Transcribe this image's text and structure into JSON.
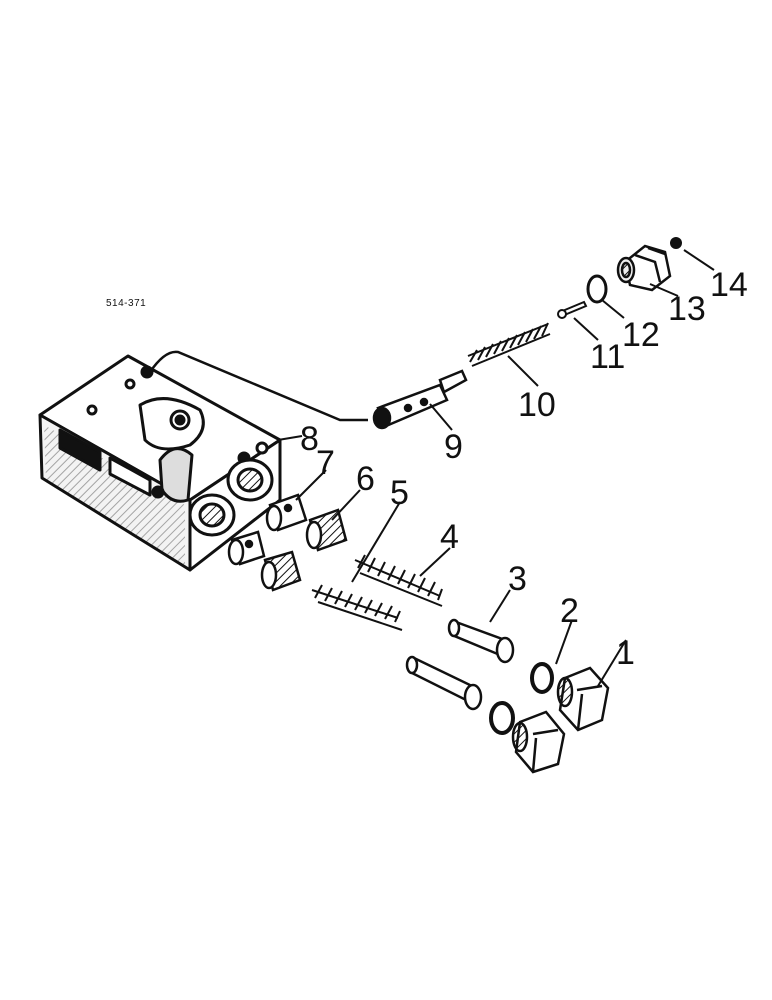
{
  "drawing_code": "514-371",
  "callouts": {
    "c1": "1",
    "c2": "2",
    "c3": "3",
    "c4": "4",
    "c5": "5",
    "c6": "6",
    "c7": "7",
    "c8": "8",
    "c9": "9",
    "c10": "10",
    "c11": "11",
    "c12": "12",
    "c13": "13",
    "c14": "14"
  },
  "colors": {
    "ink": "#111111",
    "paper": "#ffffff",
    "shade": "#2a2a2a"
  }
}
